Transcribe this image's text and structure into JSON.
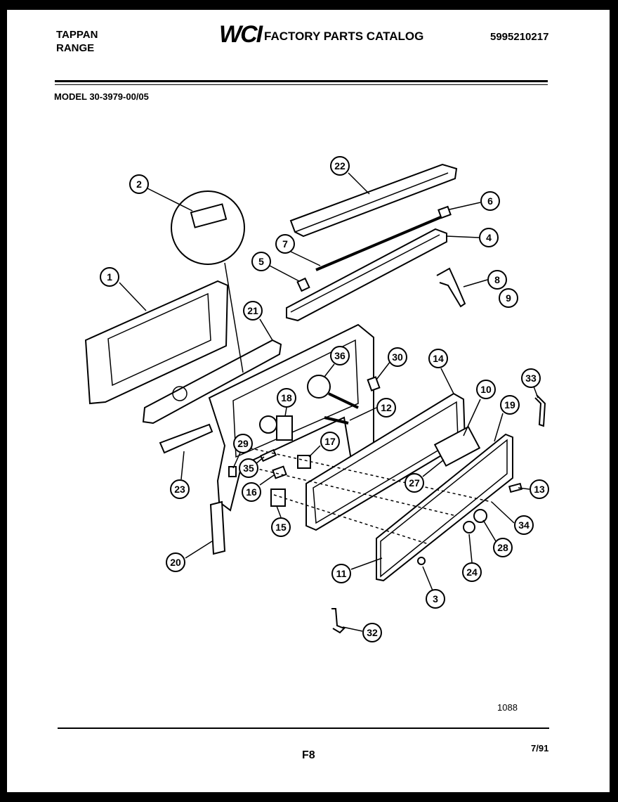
{
  "header": {
    "brand_line1": "TAPPAN",
    "brand_line2": "RANGE",
    "logo": "WCI",
    "catalog_title": "FACTORY PARTS CATALOG",
    "part_number": "5995210217",
    "model": "MODEL 30-3979-00/05"
  },
  "diagram": {
    "callouts": [
      "1",
      "2",
      "3",
      "4",
      "5",
      "6",
      "7",
      "8",
      "9",
      "10",
      "11",
      "12",
      "13",
      "14",
      "15",
      "16",
      "17",
      "18",
      "19",
      "20",
      "21",
      "22",
      "23",
      "24",
      "27",
      "28",
      "29",
      "30",
      "32",
      "33",
      "34",
      "35",
      "36"
    ]
  },
  "footer": {
    "ref_number": "1088",
    "page_code": "F8",
    "date": "7/91"
  }
}
